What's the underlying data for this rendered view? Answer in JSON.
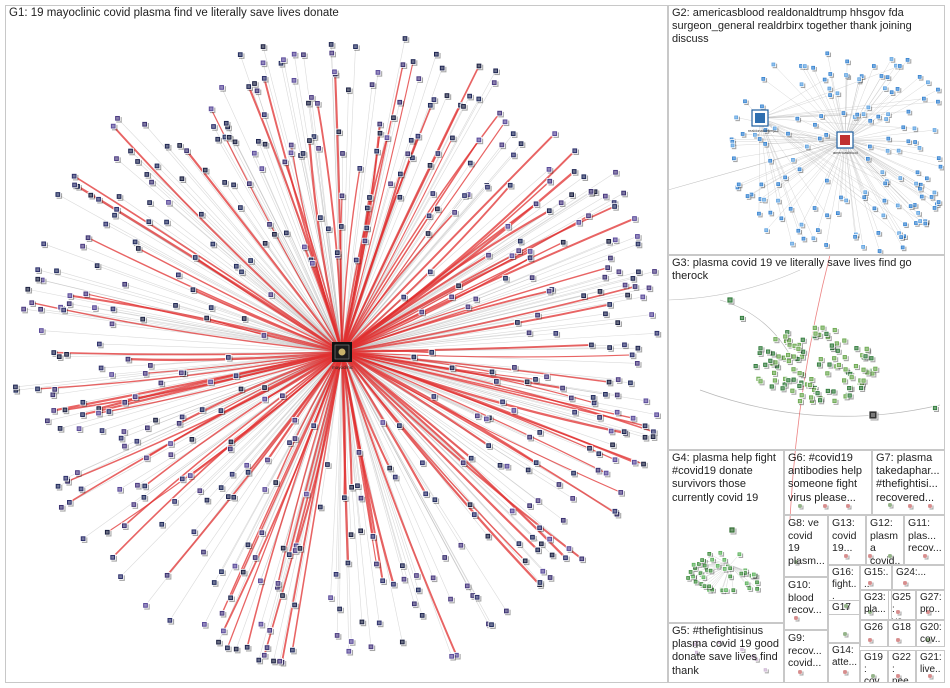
{
  "groups": [
    {
      "id": "g1",
      "label": "G1: 19 mayoclinic covid plasma find ve literally save lives donate"
    },
    {
      "id": "g2",
      "label": "G2: americasblood realdonaldtrump hhsgov fda surgeon_general realdrbirx together thank joining discuss"
    },
    {
      "id": "g3",
      "label": "G3: plasma covid 19 ve literally save lives find go therock"
    },
    {
      "id": "g4",
      "label": "G4: plasma help fight #covid19 donate survivors those currently covid 19"
    },
    {
      "id": "g5",
      "label": "G5: #thefightisinus plasma covid 19 good donate save lives find thank"
    },
    {
      "id": "g6",
      "label": "G6: #covid19 antibodies help someone fight virus please..."
    },
    {
      "id": "g7",
      "label": "G7: plasma takedaphar... #thefightisi... recovered..."
    },
    {
      "id": "g8",
      "label": "G8: ve covid 19 plasm..."
    },
    {
      "id": "g9",
      "label": "G9: recov... covid..."
    },
    {
      "id": "g10",
      "label": "G10: blood recov..."
    },
    {
      "id": "g11",
      "label": "G11: plas... recov..."
    },
    {
      "id": "g12",
      "label": "G12: plasma covid..."
    },
    {
      "id": "g13",
      "label": "G13: covid 19..."
    },
    {
      "id": "g14",
      "label": "G14: atte..."
    },
    {
      "id": "g15",
      "label": "G15:..."
    },
    {
      "id": "g16",
      "label": "G16: fight..."
    },
    {
      "id": "g17",
      "label": "G17"
    },
    {
      "id": "g18",
      "label": "G18"
    },
    {
      "id": "g19",
      "label": "G19: cov..."
    },
    {
      "id": "g20",
      "label": "G20: cov..."
    },
    {
      "id": "g21",
      "label": "G21: live..."
    },
    {
      "id": "g22",
      "label": "G22: nee..."
    },
    {
      "id": "g23",
      "label": "G23: pla..."
    },
    {
      "id": "g24",
      "label": "G24:..."
    },
    {
      "id": "g25",
      "label": "G25: ve..."
    },
    {
      "id": "g26",
      "label": "G26"
    },
    {
      "id": "g27",
      "label": "G27: pro..."
    }
  ],
  "hub_labels": {
    "g1_hub": "mayoclinic",
    "g2_hub_a": "realdonaldtrump",
    "g2_hub_b": "americasblood"
  },
  "colors": {
    "edge_gray": "#bcbcbc",
    "edge_red": "#e03030",
    "node_fill": "#222a55",
    "g2_node": "#2f7fcf",
    "g3_node": "#2f7a3a",
    "panel_border": "#c8c8c8"
  }
}
